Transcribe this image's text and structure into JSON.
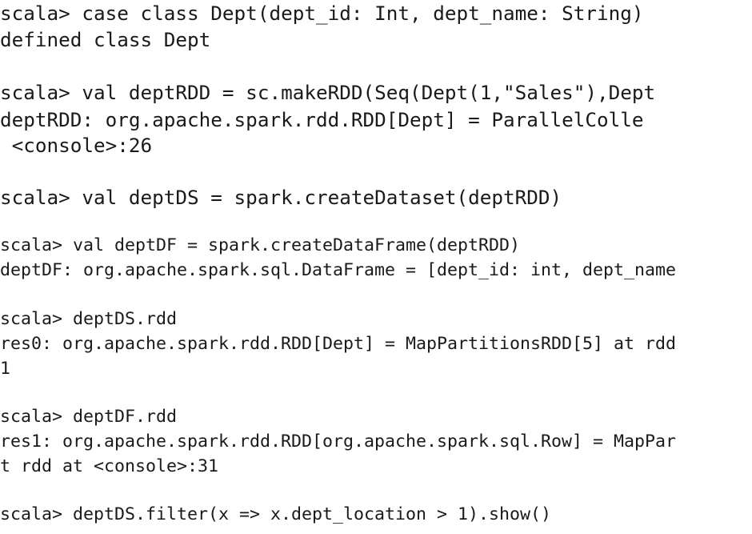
{
  "terminal": {
    "lines": [
      "scala> case class Dept(dept_id: Int, dept_name: String)",
      "defined class Dept",
      "scala> val deptRDD = sc.makeRDD(Seq(Dept(1,\"Sales\"),Dept",
      "deptRDD: org.apache.spark.rdd.RDD[Dept] = ParallelColle",
      " <console>:26",
      "scala> val deptDS = spark.createDataset(deptRDD)",
      "scala> val deptDF = spark.createDataFrame(deptRDD)",
      "deptDF: org.apache.spark.sql.DataFrame = [dept_id: int, dept_name",
      "scala> deptDS.rdd",
      "res0: org.apache.spark.rdd.RDD[Dept] = MapPartitionsRDD[5] at rdd",
      "1",
      "scala> deptDF.rdd",
      "res1: org.apache.spark.rdd.RDD[org.apache.spark.sql.Row] = MapPar",
      "t rdd at <console>:31",
      "scala> deptDS.filter(x => x.dept_location > 1).show()"
    ]
  }
}
